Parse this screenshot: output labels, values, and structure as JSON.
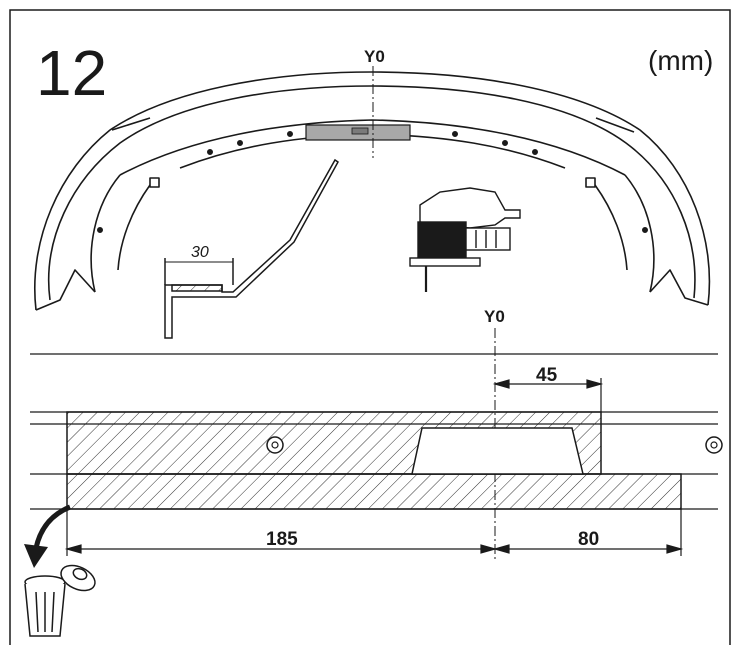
{
  "step": {
    "number": "12"
  },
  "units": "(mm)",
  "axis": {
    "top_label": "Y0",
    "bottom_label": "Y0"
  },
  "detail": {
    "flange_width": "30"
  },
  "dimensions": {
    "top_offset": "45",
    "left_length": "185",
    "right_length": "80"
  },
  "icons": [
    "scroll-saw-icon",
    "discard-arrow-icon",
    "trash-bin-icon",
    "clip-part-icon",
    "mounting-hole-icon"
  ],
  "colors": {
    "line": "#1a1a1a",
    "grey_plate": "#a8a8a8"
  }
}
